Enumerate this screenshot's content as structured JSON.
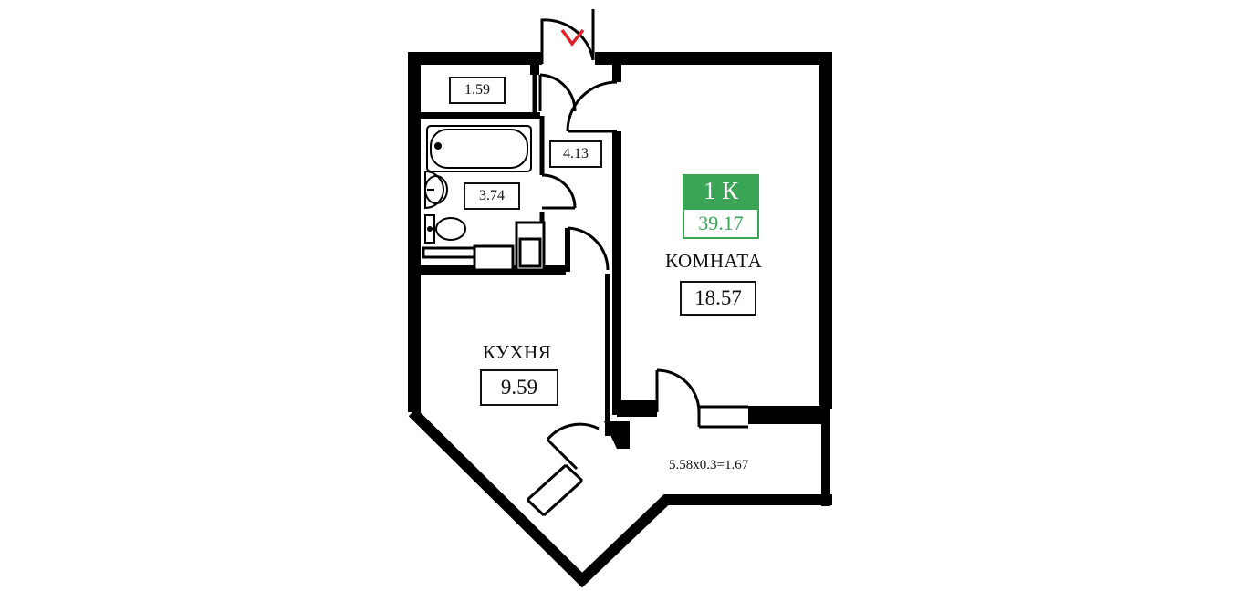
{
  "apartment": {
    "type_label": "1 К",
    "total_area": "39.17"
  },
  "rooms": {
    "room_name": "КОМНАТА",
    "room_area": "18.57",
    "kitchen_name": "КУХНЯ",
    "kitchen_area": "9.59",
    "storage_area": "1.59",
    "hall_area": "4.13",
    "bath_area": "3.74"
  },
  "balcony": {
    "formula": "5.58x0.3=1.67"
  },
  "icons": {
    "entrance": "entrance-arrow-icon",
    "bathtub": "bathtub-icon",
    "sink": "sink-icon",
    "toilet": "toilet-icon"
  },
  "colors": {
    "wall": "#000000",
    "accent": "#3aa655",
    "entrance_marker": "#e0202a"
  }
}
